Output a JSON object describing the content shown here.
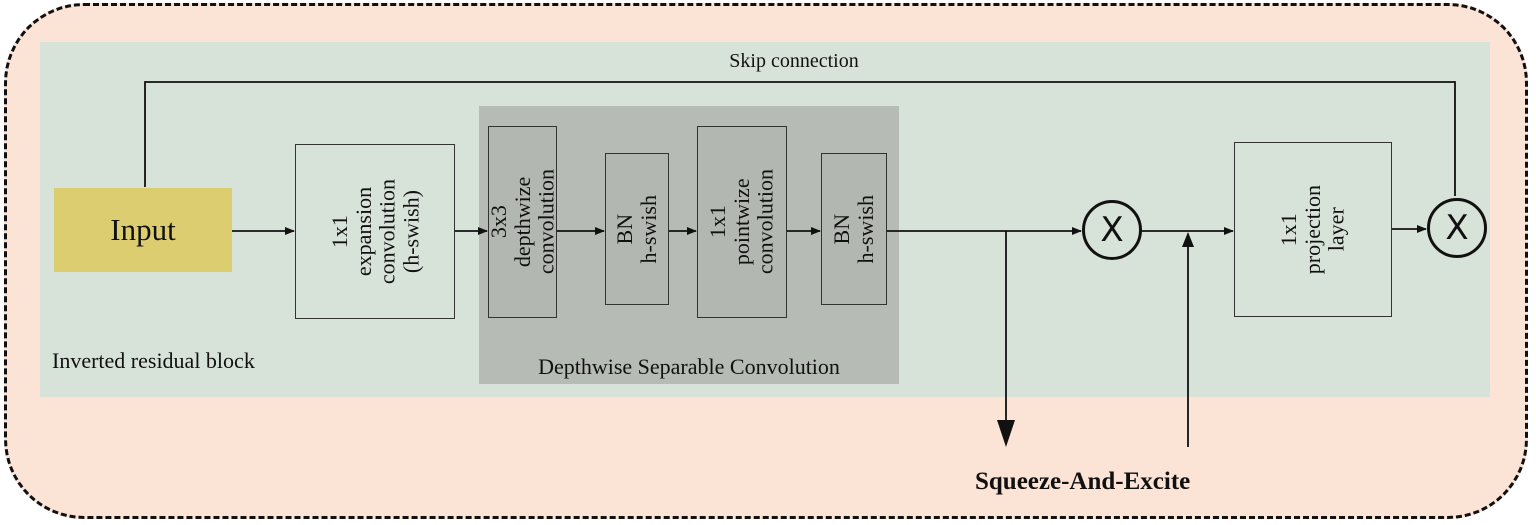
{
  "diagram": {
    "input_label": "Input",
    "skip_label": "Skip connection",
    "block_label": "Inverted residual block",
    "dsc_label": "Depthwise Separable Convolution",
    "se_label": "Squeeze-And-Excite",
    "expansion_text": "1x1\nexpansion\nconvolution\n(h-swish)",
    "depthwise_text": "3x3\ndepthwize\nconvolution",
    "bn1_text": "BN\nh-swish",
    "pointwise_text": "1x1\npointwize\nconvolution",
    "bn2_text": "BN\nh-swish",
    "projection_text": "1x1\nprojection\nlayer",
    "multiply_symbol": "X"
  }
}
